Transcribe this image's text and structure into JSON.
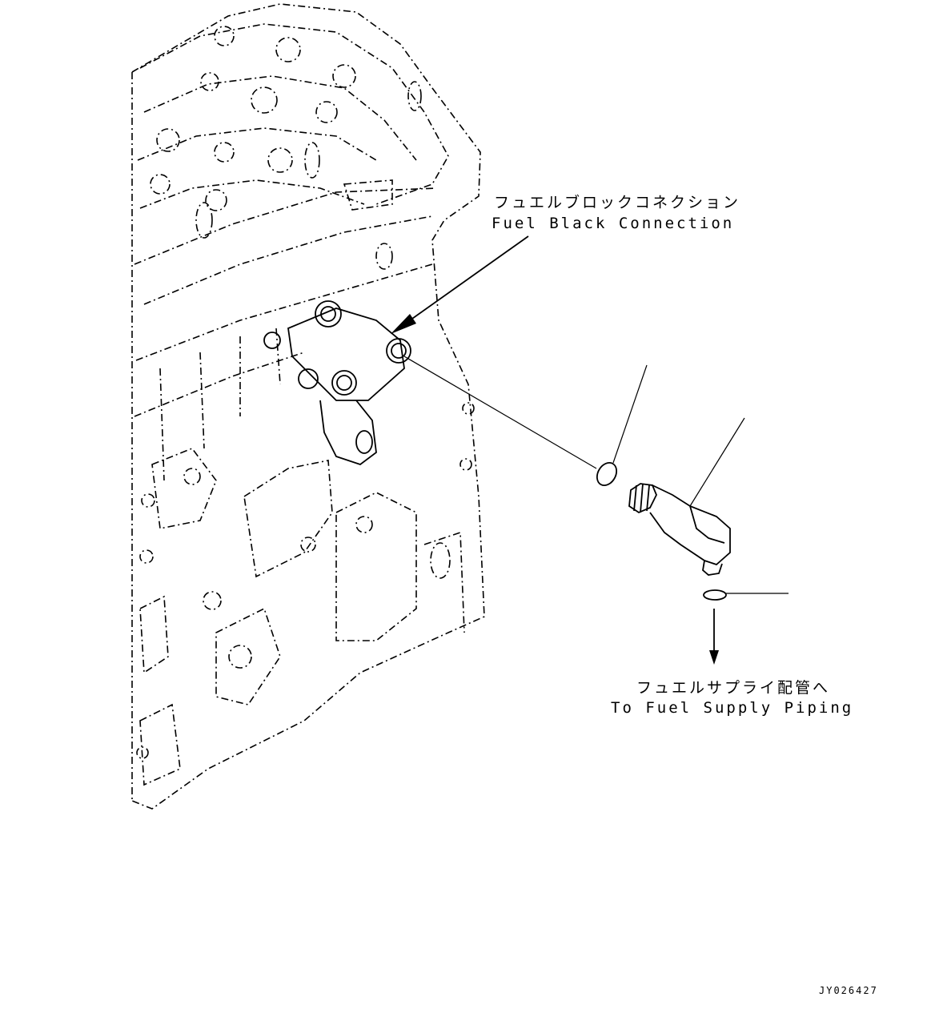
{
  "labels": {
    "block_connection_jp": "フュエルブロックコネクション",
    "block_connection_en": "Fuel Black Connection",
    "supply_piping_jp": "フュエルサプライ配管へ",
    "supply_piping_en": "To Fuel Supply Piping",
    "drawing_ref": "JY026427"
  },
  "colors": {
    "ink": "#000000",
    "background": "#ffffff"
  }
}
